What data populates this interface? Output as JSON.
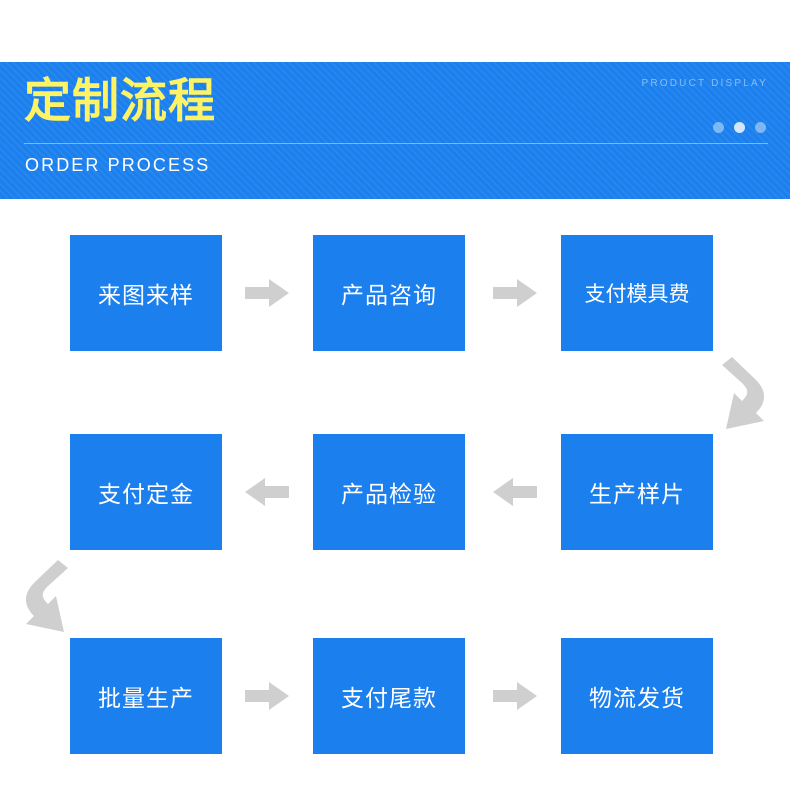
{
  "banner": {
    "title": "定制流程",
    "subtitle": "ORDER PROCESS",
    "eyebrow": "PRODUCT DISPLAY",
    "accent_color": "#1b80ee",
    "title_color": "#fef265",
    "dots": [
      "dim",
      "bright",
      "dim"
    ]
  },
  "flow": {
    "node_color": "#1b7fee",
    "node_text_color": "#ffffff",
    "arrow_color": "#cfcfcf",
    "rows": [
      {
        "direction": "right",
        "nodes": [
          {
            "label": "来图来样"
          },
          {
            "label": "产品咨询"
          },
          {
            "label": "支付模具费"
          }
        ]
      },
      {
        "direction": "left",
        "nodes": [
          {
            "label": "支付定金"
          },
          {
            "label": "产品检验"
          },
          {
            "label": "生产样片"
          }
        ]
      },
      {
        "direction": "right",
        "nodes": [
          {
            "label": "批量生产"
          },
          {
            "label": "支付尾款"
          },
          {
            "label": "物流发货"
          }
        ]
      }
    ],
    "connectors": [
      {
        "name": "row1-to-row2-curve",
        "side": "right"
      },
      {
        "name": "row2-to-row3-curve",
        "side": "left"
      }
    ]
  }
}
